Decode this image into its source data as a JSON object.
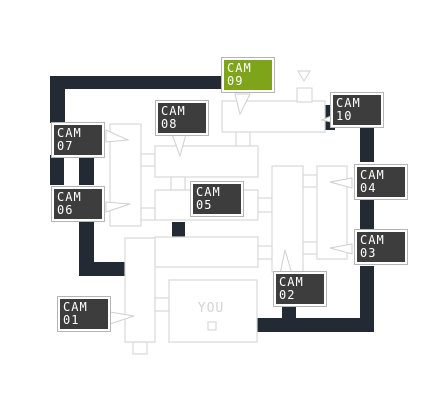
{
  "map": {
    "you_label": "YOU",
    "colors": {
      "pipe": "#242a33",
      "room_stroke": "#d9d9d9",
      "cam_bg": "#3d3d3d",
      "cam_active": "#7ea51a"
    }
  },
  "cameras": [
    {
      "id": "01",
      "label": "CAM\n01",
      "active": false
    },
    {
      "id": "02",
      "label": "CAM\n02",
      "active": false
    },
    {
      "id": "03",
      "label": "CAM\n03",
      "active": false
    },
    {
      "id": "04",
      "label": "CAM\n04",
      "active": false
    },
    {
      "id": "05",
      "label": "CAM\n05",
      "active": false
    },
    {
      "id": "06",
      "label": "CAM\n06",
      "active": false
    },
    {
      "id": "07",
      "label": "CAM\n07",
      "active": false
    },
    {
      "id": "08",
      "label": "CAM\n08",
      "active": false
    },
    {
      "id": "09",
      "label": "CAM\n09",
      "active": true
    },
    {
      "id": "10",
      "label": "CAM\n10",
      "active": false
    }
  ]
}
